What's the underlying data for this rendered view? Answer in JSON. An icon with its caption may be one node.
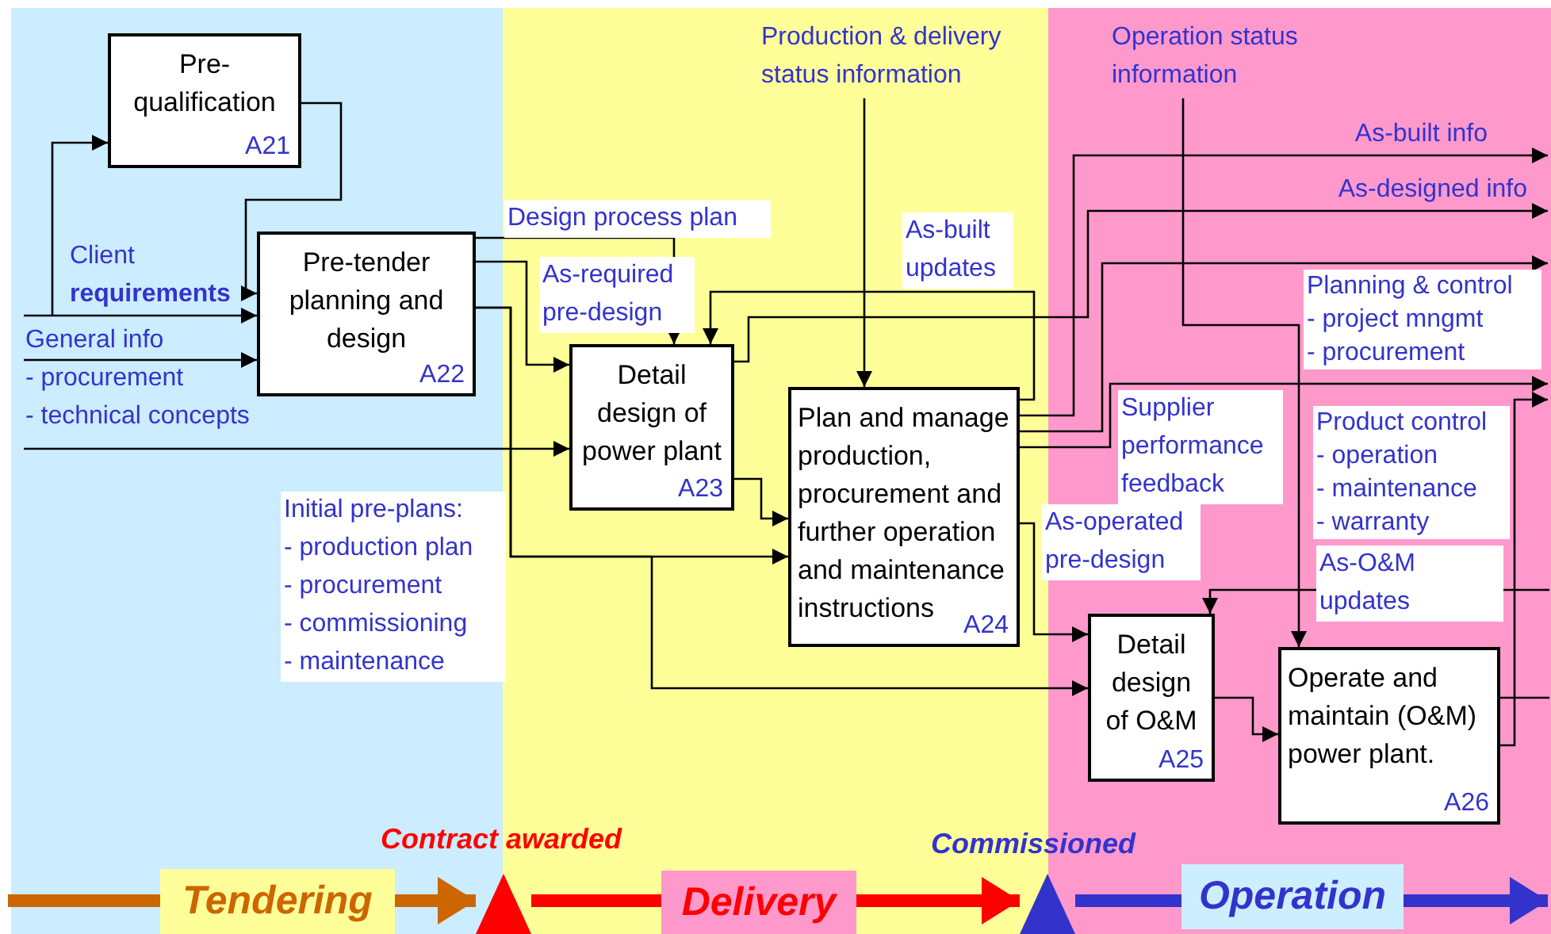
{
  "diagram": {
    "nodes": [
      {
        "text": [
          "Pre-qualification",
          "A21"
        ]
      },
      {
        "text": [
          "Pre-tender planning and design",
          "A22"
        ]
      },
      {
        "text": [
          "Detail design of power plant",
          "A23"
        ]
      },
      {
        "text": [
          "Plan and manage production, procurement and further operation and maintenance instructions",
          "A24"
        ]
      },
      {
        "text": [
          "Detail design of O&M",
          "A25"
        ]
      },
      {
        "text": [
          "Operate and maintain (O&M) power plant.",
          "A26"
        ]
      },
      {
        "text": [
          "Tendering"
        ]
      },
      {
        "text": [
          "Delivery"
        ]
      },
      {
        "text": [
          "Operation"
        ]
      },
      {
        "text": [],
        "shape": "triangle",
        "beside": [
          "Contract awarded"
        ]
      },
      {
        "text": [],
        "shape": "triangle",
        "beside": [
          "Commissioned"
        ]
      }
    ],
    "edges": [
      {
        "from": null,
        "to": 1,
        "arrow": "to",
        "label": "Client **requirements**"
      },
      {
        "from": null,
        "to": 0,
        "arrow": "to"
      },
      {
        "from": null,
        "to": 1,
        "arrow": "to",
        "label": "General info - procurement - technical concepts"
      },
      {
        "from": null,
        "to": 2,
        "arrow": "to"
      },
      {
        "from": 0,
        "to": 1,
        "arrow": "to"
      },
      {
        "from": 1,
        "to": 2,
        "arrow": "to",
        "label": "Design process plan"
      },
      {
        "from": 1,
        "to": 2,
        "arrow": "to",
        "label": "As-required pre-design"
      },
      {
        "from": 1,
        "to": 3,
        "arrow": "to",
        "label": "Initial pre-plans: - production plan - procurement - commissioning - maintenance"
      },
      {
        "from": 1,
        "to": 4,
        "arrow": "to"
      },
      {
        "from": 3,
        "to": 2,
        "arrow": "to",
        "label": "As-built updates"
      },
      {
        "from": 2,
        "to": 3,
        "arrow": "to"
      },
      {
        "from": null,
        "to": 3,
        "arrow": "to",
        "label": "Production & delivery status information"
      },
      {
        "from": 2,
        "to": null,
        "arrow": "to",
        "label": "As-designed info"
      },
      {
        "from": 3,
        "to": null,
        "arrow": "to",
        "label": "As-built info"
      },
      {
        "from": 3,
        "to": null,
        "arrow": "to",
        "label": "Planning & control - project mngmt - procurement"
      },
      {
        "from": 3,
        "to": null,
        "arrow": "to",
        "label": "Supplier performance feedback"
      },
      {
        "from": 3,
        "to": 4,
        "arrow": "to",
        "label": "As-operated pre-design"
      },
      {
        "from": 4,
        "to": 5,
        "arrow": "to"
      },
      {
        "from": null,
        "to": 5,
        "arrow": "to",
        "label": "Operation status information"
      },
      {
        "from": 5,
        "to": null,
        "arrow": "to",
        "label": "Product control - operation - maintenance - warranty"
      },
      {
        "from": null,
        "to": 4,
        "arrow": "to",
        "label": "As-O&M updates"
      },
      {
        "from": 5,
        "to": null,
        "arrow": "none"
      },
      {
        "from": null,
        "to": 6,
        "arrow": "none",
        "style": "thick",
        "color": "#cc6600"
      },
      {
        "from": 6,
        "to": 9,
        "arrow": "to",
        "style": "thick",
        "color": "#cc6600"
      },
      {
        "from": 9,
        "to": 7,
        "arrow": "none",
        "style": "thick",
        "color": "#ff0000"
      },
      {
        "from": 7,
        "to": 10,
        "arrow": "to",
        "style": "thick",
        "color": "#ff0000"
      },
      {
        "from": 10,
        "to": 8,
        "arrow": "none",
        "style": "thick",
        "color": "#3333cc"
      },
      {
        "from": 8,
        "to": null,
        "arrow": "to",
        "style": "thick",
        "color": "#3333cc"
      }
    ]
  }
}
